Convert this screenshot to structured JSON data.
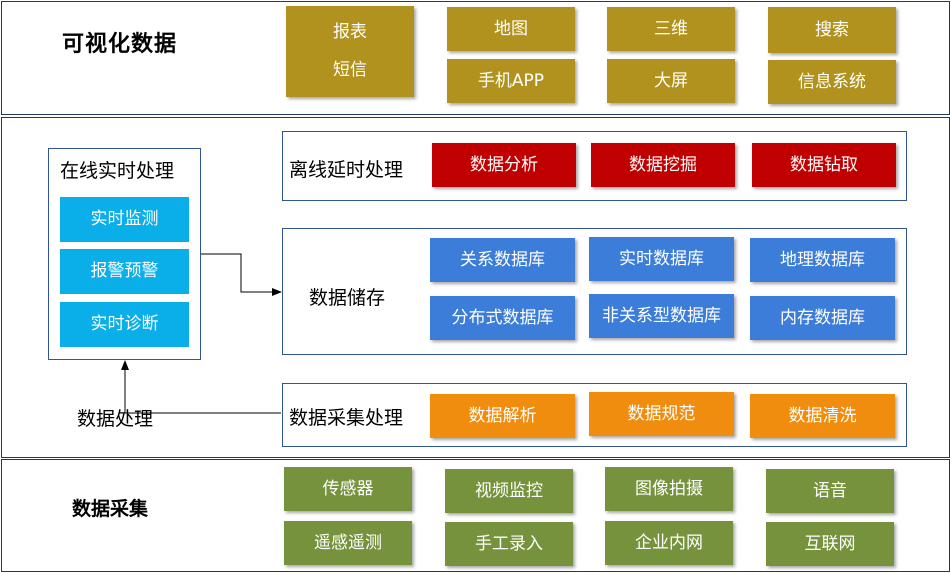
{
  "top": {
    "title": "可视化数据",
    "col1": [
      "报表",
      "短信"
    ],
    "col2": [
      "地图",
      "手机APP"
    ],
    "col3": [
      "三维",
      "大屏"
    ],
    "col4": [
      "搜索",
      "信息系统"
    ]
  },
  "middle": {
    "online": {
      "title": "在线实时处理",
      "items": [
        "实时监测",
        "报警预警",
        "实时诊断"
      ]
    },
    "offline": {
      "title": "离线延时处理",
      "items": [
        "数据分析",
        "数据挖掘",
        "数据钻取"
      ]
    },
    "storage": {
      "title": "数据储存",
      "row1": [
        "关系数据库",
        "实时数据库",
        "地理数据库"
      ],
      "row2": [
        "分布式数据库",
        "非关系型数据库",
        "内存数据库"
      ]
    },
    "collect_process": {
      "title": "数据采集处理",
      "items": [
        "数据解析",
        "数据规范",
        "数据清洗"
      ]
    },
    "data_processing_label": "数据处理"
  },
  "bottom": {
    "title": "数据采集",
    "row1": [
      "传感器",
      "视频监控",
      "图像拍摄",
      "语音"
    ],
    "row2": [
      "遥感遥测",
      "手工录入",
      "企业内网",
      "互联网"
    ]
  },
  "colors": {
    "olive": "#b2921e",
    "red": "#c00000",
    "blue": "#3b7dd8",
    "orange": "#f08c0e",
    "green": "#76923c",
    "cyan": "#0aaee8",
    "border": "#1f3864"
  }
}
